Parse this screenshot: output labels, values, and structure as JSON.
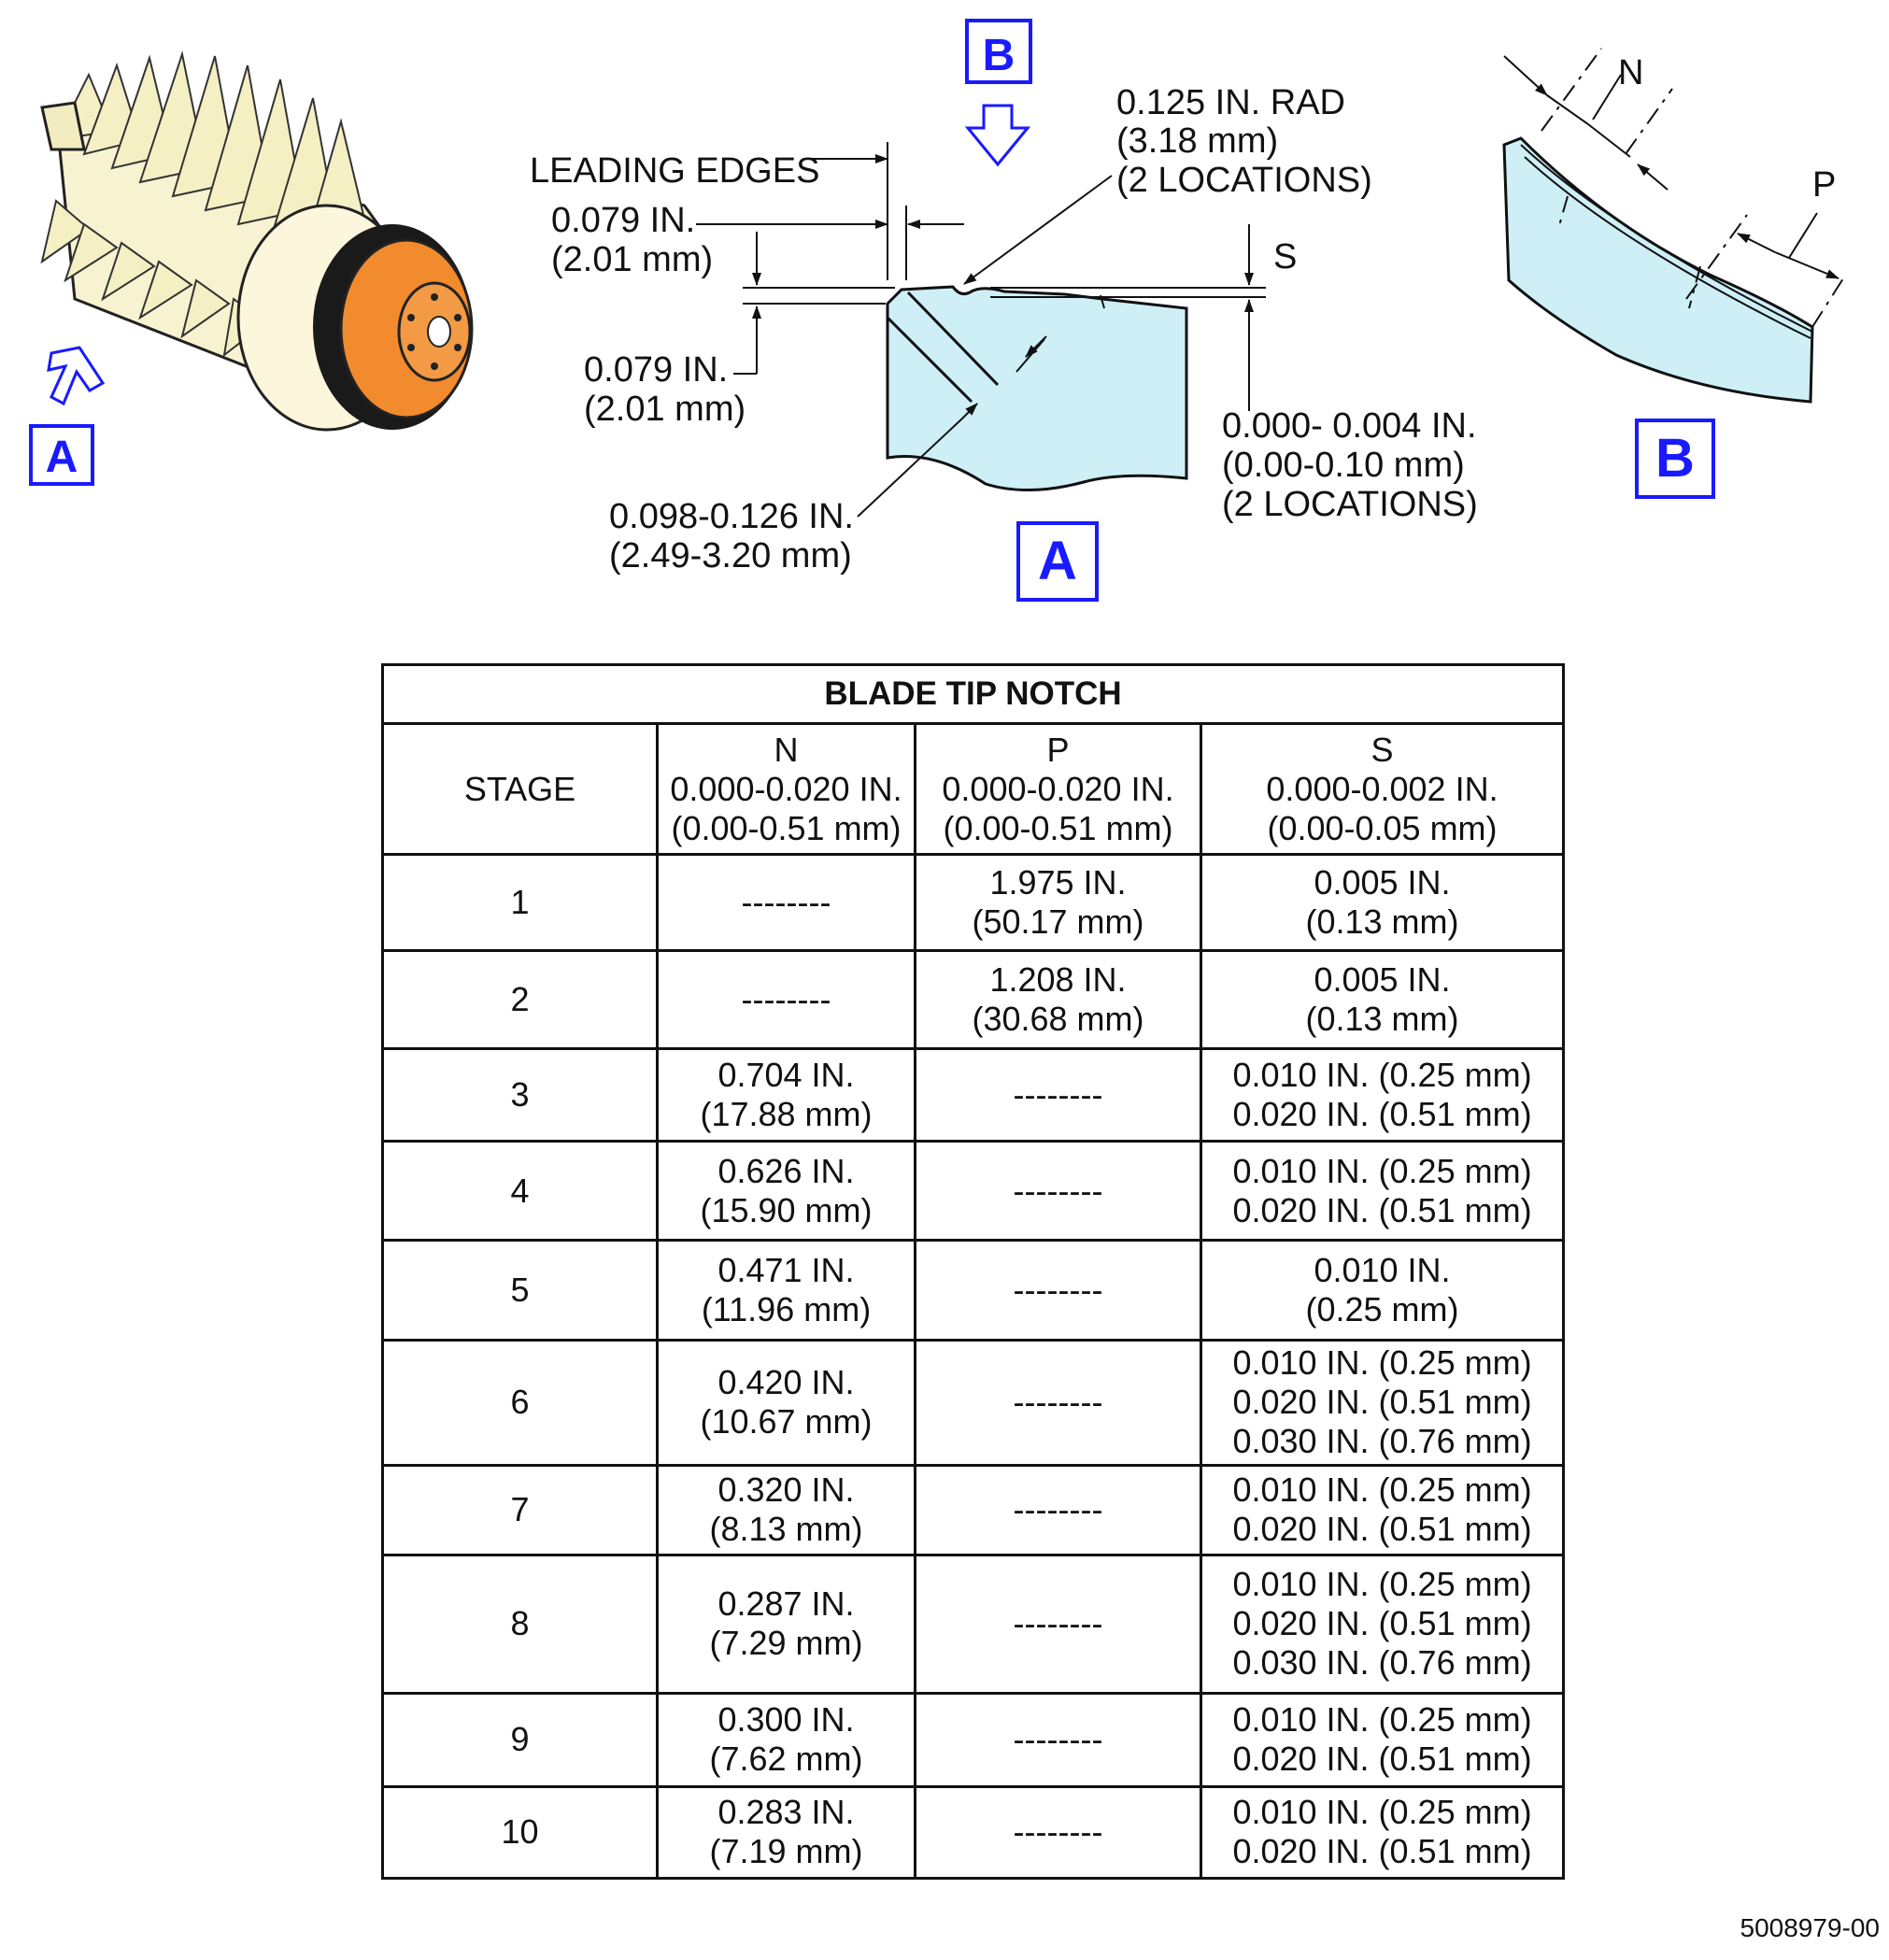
{
  "view_labels": {
    "a": "A",
    "b": "B"
  },
  "detail_a": {
    "leading_edges": "LEADING EDGES",
    "dim_top_in": "0.079 IN.",
    "dim_top_mm": "(2.01 mm)",
    "dim_side_in": "0.079 IN.",
    "dim_side_mm": "(2.01 mm)",
    "rad_in": "0.125 IN. RAD",
    "rad_mm": "(3.18 mm)",
    "rad_loc": "(2 LOCATIONS)",
    "s_label": "S",
    "gap_in": "0.000- 0.004 IN.",
    "gap_mm": "(0.00-0.10 mm)",
    "gap_loc": "(2 LOCATIONS)",
    "width_in": "0.098-0.126 IN.",
    "width_mm": "(2.49-3.20 mm)"
  },
  "detail_b": {
    "n_label": "N",
    "p_label": "P"
  },
  "table": {
    "title": "BLADE TIP NOTCH",
    "headers": [
      "STAGE",
      "N\n0.000-0.020 IN.\n(0.00-0.51 mm)",
      "P\n0.000-0.020 IN.\n(0.00-0.51 mm)",
      "S\n0.000-0.002 IN.\n(0.00-0.05 mm)"
    ],
    "rows": [
      {
        "stage": "1",
        "n": "--------",
        "p": "1.975 IN.\n(50.17 mm)",
        "s": "0.005 IN.\n(0.13 mm)"
      },
      {
        "stage": "2",
        "n": "--------",
        "p": "1.208 IN.\n(30.68 mm)",
        "s": "0.005 IN.\n(0.13 mm)"
      },
      {
        "stage": "3",
        "n": "0.704 IN.\n(17.88 mm)",
        "p": "--------",
        "s": "0.010 IN. (0.25 mm)\n0.020 IN. (0.51 mm)"
      },
      {
        "stage": "4",
        "n": "0.626 IN.\n(15.90 mm)",
        "p": "--------",
        "s": "0.010 IN. (0.25 mm)\n0.020 IN. (0.51 mm)"
      },
      {
        "stage": "5",
        "n": "0.471 IN.\n(11.96 mm)",
        "p": "--------",
        "s": "0.010 IN.\n(0.25 mm)"
      },
      {
        "stage": "6",
        "n": "0.420 IN.\n(10.67 mm)",
        "p": "--------",
        "s": "0.010 IN. (0.25 mm)\n0.020 IN. (0.51 mm)\n0.030 IN. (0.76 mm)"
      },
      {
        "stage": "7",
        "n": "0.320 IN.\n(8.13 mm)",
        "p": "--------",
        "s": "0.010 IN. (0.25 mm)\n0.020 IN. (0.51 mm)"
      },
      {
        "stage": "8",
        "n": "0.287 IN.\n(7.29 mm)",
        "p": "--------",
        "s": "0.010 IN. (0.25 mm)\n0.020 IN. (0.51 mm)\n0.030 IN. (0.76 mm)"
      },
      {
        "stage": "9",
        "n": "0.300 IN.\n(7.62 mm)",
        "p": "--------",
        "s": "0.010 IN. (0.25 mm)\n0.020 IN. (0.51 mm)"
      },
      {
        "stage": "10",
        "n": "0.283 IN.\n(7.19 mm)",
        "p": "--------",
        "s": "0.010 IN. (0.25 mm)\n0.020 IN. (0.51 mm)"
      }
    ]
  },
  "figure_id": "5008979-00",
  "colors": {
    "blade_fill": "#cdeff5",
    "rotor_blade": "#f5f0c8",
    "hub": "#f28a2e",
    "callout": "#1a1aff"
  }
}
